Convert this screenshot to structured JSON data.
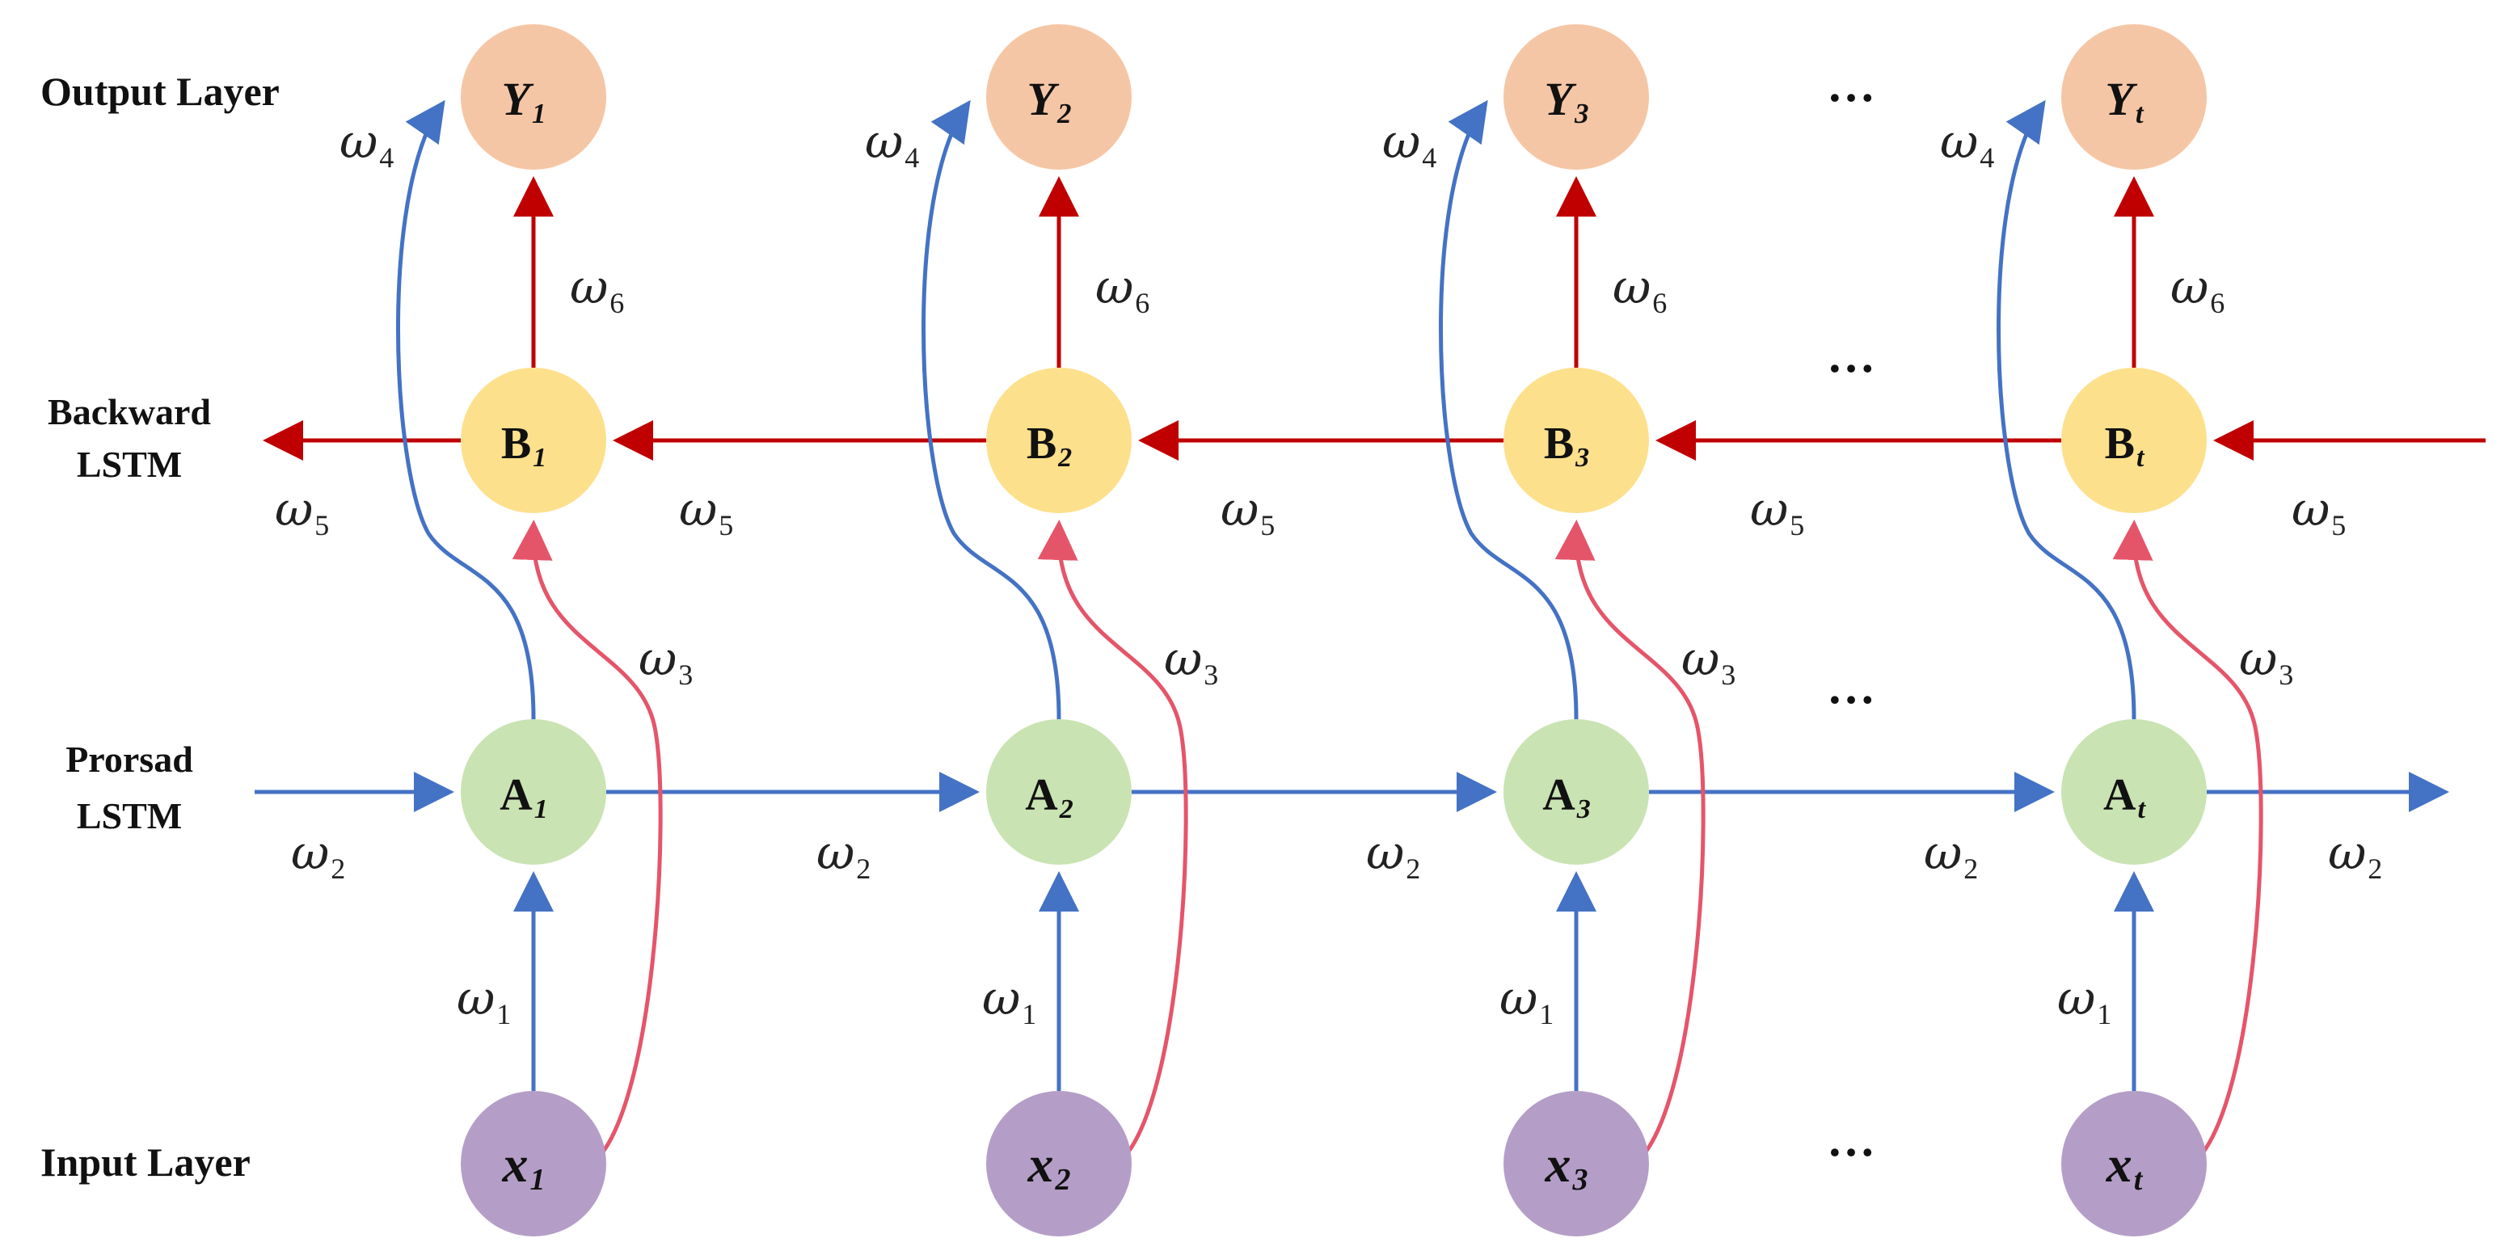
{
  "layers": {
    "output": "Output Layer",
    "backward_line1": "Backward",
    "backward_line2": "LSTM",
    "forward_line1": "Prorsad",
    "forward_line2": "LSTM",
    "input": "Input Layer"
  },
  "columns": [
    {
      "y": "Y",
      "b": "B",
      "a": "A",
      "x": "x",
      "sub": "1"
    },
    {
      "y": "Y",
      "b": "B",
      "a": "A",
      "x": "x",
      "sub": "2"
    },
    {
      "y": "Y",
      "b": "B",
      "a": "A",
      "x": "x",
      "sub": "3"
    },
    {
      "y": "Y",
      "b": "B",
      "a": "A",
      "x": "x",
      "sub": "t"
    }
  ],
  "weights": {
    "symbol": "ω",
    "w1": "1",
    "w2": "2",
    "w3": "3",
    "w4": "4",
    "w5": "5",
    "w6": "6"
  },
  "ellipsis": "…",
  "colors": {
    "output_node": "#f5c6a5",
    "backward_node": "#fde08c",
    "forward_node": "#c9e3b3",
    "input_node": "#b49ec7",
    "forward_arrow": "#4472c4",
    "backward_arrow": "#c00000",
    "x_to_b_arrow": "#e5556a"
  }
}
